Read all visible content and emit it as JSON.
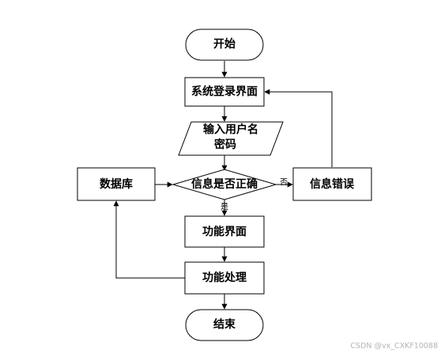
{
  "nodes": {
    "start": "开始",
    "login": "系统登录界面",
    "input_line1": "输入用户名",
    "input_line2": "密码",
    "decision": "信息是否正确",
    "error": "信息错误",
    "database": "数据库",
    "function_ui": "功能界面",
    "processing": "功能处理",
    "end": "结束"
  },
  "edges": {
    "no_label": "否",
    "yes_label": "是"
  },
  "watermark": "CSDN @vx_CXKF10088",
  "colors": {
    "stroke": "#000000",
    "fill": "#ffffff",
    "watermark": "#b4b4b4"
  }
}
